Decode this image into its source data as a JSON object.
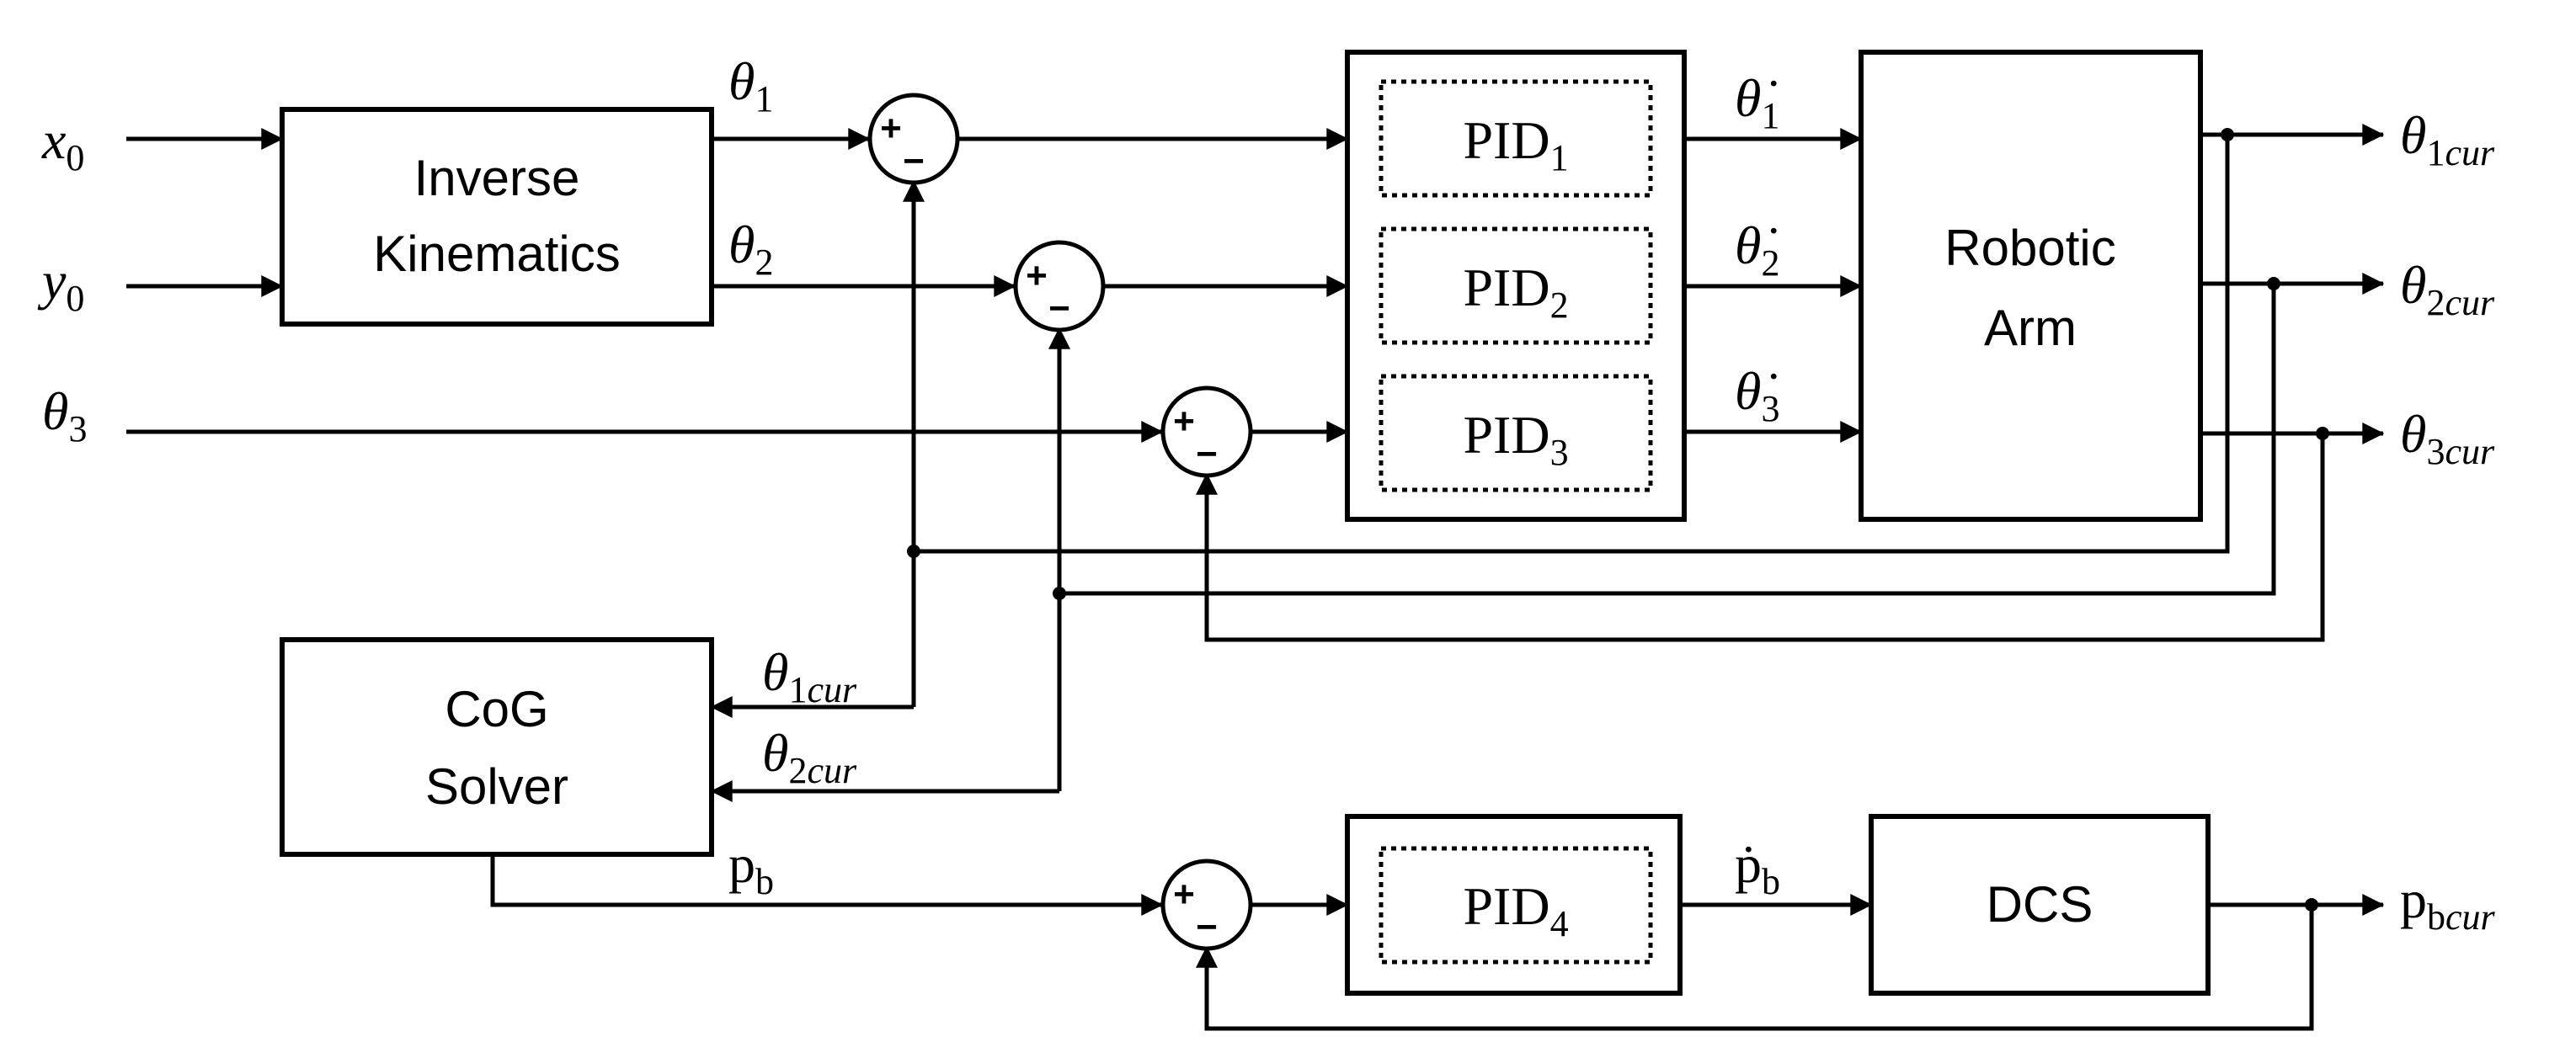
{
  "blocks": {
    "inverse_kinematics": [
      "Inverse",
      "Kinematics"
    ],
    "robotic_arm": [
      "Robotic",
      "Arm"
    ],
    "cog_solver": [
      "CoG",
      "Solver"
    ],
    "dcs": "DCS"
  },
  "controllers": {
    "pid1": {
      "base": "PID",
      "sub": "1"
    },
    "pid2": {
      "base": "PID",
      "sub": "2"
    },
    "pid3": {
      "base": "PID",
      "sub": "3"
    },
    "pid4": {
      "base": "PID",
      "sub": "4"
    }
  },
  "inputs": {
    "x0": {
      "base": "x",
      "sub": "0"
    },
    "y0": {
      "base": "y",
      "sub": "0"
    },
    "theta3": {
      "base": "θ",
      "sub": "3"
    }
  },
  "signals": {
    "theta1": {
      "base": "θ",
      "sub": "1"
    },
    "theta2": {
      "base": "θ",
      "sub": "2"
    },
    "theta1_dot": {
      "base": "θ̇",
      "sub": "1"
    },
    "theta2_dot": {
      "base": "θ̇",
      "sub": "2"
    },
    "theta3_dot": {
      "base": "θ̇",
      "sub": "3"
    },
    "pb": {
      "base": "p",
      "sub": "b"
    },
    "pb_dot": {
      "base": "ṗ",
      "sub": "b"
    },
    "theta1cur_fb": {
      "base": "θ",
      "sub": "1",
      "subit": "cur"
    },
    "theta2cur_fb": {
      "base": "θ",
      "sub": "2",
      "subit": "cur"
    }
  },
  "outputs": {
    "theta1cur": {
      "base": "θ",
      "sub": "1",
      "subit": "cur"
    },
    "theta2cur": {
      "base": "θ",
      "sub": "2",
      "subit": "cur"
    },
    "theta3cur": {
      "base": "θ",
      "sub": "3",
      "subit": "cur"
    },
    "pbcur": {
      "base": "p",
      "sub": "b",
      "subit": "cur"
    }
  },
  "summing_junction": {
    "plus": "+",
    "minus": "−"
  }
}
